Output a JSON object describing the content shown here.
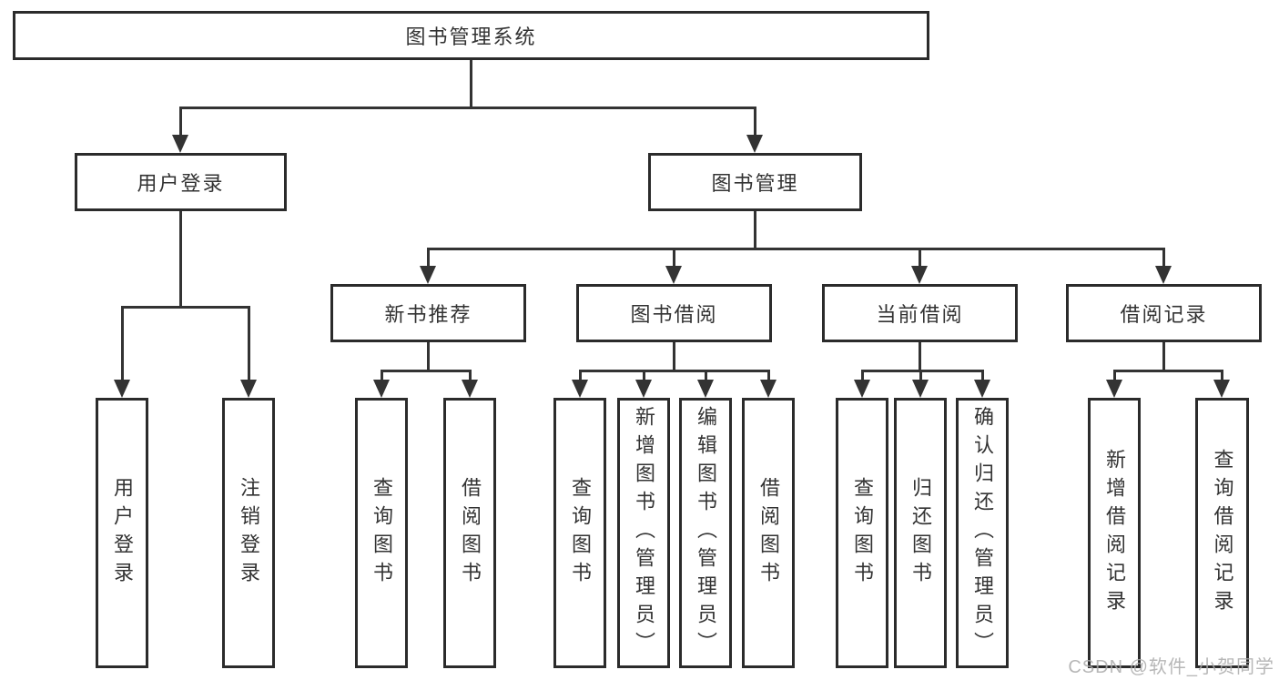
{
  "diagram": {
    "root": {
      "label": "图书管理系统"
    },
    "level2": [
      {
        "id": "user-login",
        "label": "用户登录"
      },
      {
        "id": "book-management",
        "label": "图书管理"
      }
    ],
    "level3": [
      {
        "id": "new-book-recommend",
        "label": "新书推荐"
      },
      {
        "id": "book-borrow",
        "label": "图书借阅"
      },
      {
        "id": "current-borrow",
        "label": "当前借阅"
      },
      {
        "id": "borrow-records",
        "label": "借阅记录"
      }
    ],
    "leaves": {
      "user_login": [
        {
          "label": "用户登录"
        },
        {
          "label": "注销登录"
        }
      ],
      "new_books": [
        {
          "label": "查询图书"
        },
        {
          "label": "借阅图书"
        }
      ],
      "book_borrow": [
        {
          "label": "查询图书"
        },
        {
          "label": "新增图书（管理员）"
        },
        {
          "label": "编辑图书（管理员）"
        },
        {
          "label": "借阅图书"
        }
      ],
      "current_borrow": [
        {
          "label": "查询图书"
        },
        {
          "label": "归还图书"
        },
        {
          "label": "确认归还（管理员）"
        }
      ],
      "borrow_records": [
        {
          "label": "新增借阅记录"
        },
        {
          "label": "查询借阅记录"
        }
      ]
    }
  },
  "watermark": {
    "text": "CSDN @软件_小贺同学"
  },
  "colors": {
    "line": "#333333",
    "border": "#2b2b2b",
    "text": "#333333",
    "watermark": "#aaaaaa",
    "background": "#ffffff"
  }
}
